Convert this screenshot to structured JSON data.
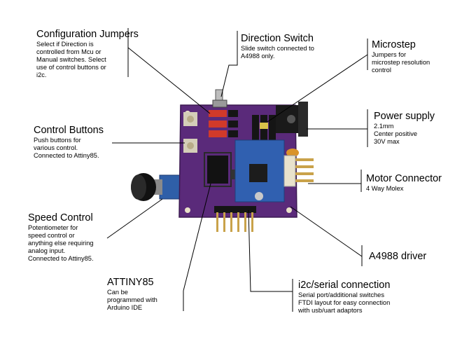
{
  "labels": {
    "config_jumpers": {
      "title": "Configuration Jumpers",
      "lines": [
        "Select if Direction is",
        "controlled from Mcu or",
        "Manual switches. Select",
        "use of control buttons or",
        "i2c."
      ]
    },
    "direction_switch": {
      "title": "Direction Switch",
      "lines": [
        "Slide switch connected to",
        "A4988 only."
      ]
    },
    "microstep": {
      "title": "Microstep",
      "lines": [
        "Jumpers for",
        "microstep resolution",
        "control"
      ]
    },
    "control_buttons": {
      "title": "Control Buttons",
      "lines": [
        "Push buttons for",
        "various control.",
        "Connected to Attiny85."
      ]
    },
    "power_supply": {
      "title": "Power supply",
      "lines": [
        "2.1mm",
        "Center positive",
        "30V max"
      ]
    },
    "motor_connector": {
      "title": "Motor Connector",
      "lines": [
        "4 Way Molex"
      ]
    },
    "speed_control": {
      "title": "Speed Control",
      "lines": [
        "Potentiometer for",
        "speed control or",
        "anything else requiring",
        "analog input.",
        "Connected to Attiny85."
      ]
    },
    "a4988_driver": {
      "title": "A4988 driver",
      "lines": []
    },
    "attiny85": {
      "title": "ATTINY85",
      "lines": [
        "Can be",
        "programmed with",
        "Arduino IDE"
      ]
    },
    "i2c_serial": {
      "title": "i2c/serial connection",
      "lines": [
        "Serial port/additional switches",
        "FTDI layout for easy connection",
        "with usb/uart adaptors"
      ]
    }
  },
  "colors": {
    "pcb": "#5a2a7a",
    "stepper_driver": "#3060b0",
    "pins": "#c9a24a",
    "jumper": "#d13a2a",
    "line": "#000000"
  }
}
